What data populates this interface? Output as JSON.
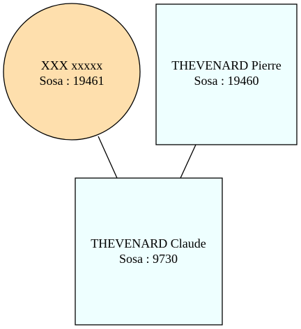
{
  "nodes": {
    "mother": {
      "name": "XXX xxxxx",
      "sosa": "Sosa : 19461",
      "shape": "ellipse",
      "fill": "#fedfad"
    },
    "father": {
      "name": "THEVENARD Pierre",
      "sosa": "Sosa : 19460",
      "shape": "box",
      "fill": "#eeffff"
    },
    "child": {
      "name": "THEVENARD Claude",
      "sosa": "Sosa : 9730",
      "shape": "box",
      "fill": "#eeffff"
    }
  },
  "colors": {
    "stroke": "#000000",
    "text": "#000000",
    "background": "#ffffff"
  }
}
